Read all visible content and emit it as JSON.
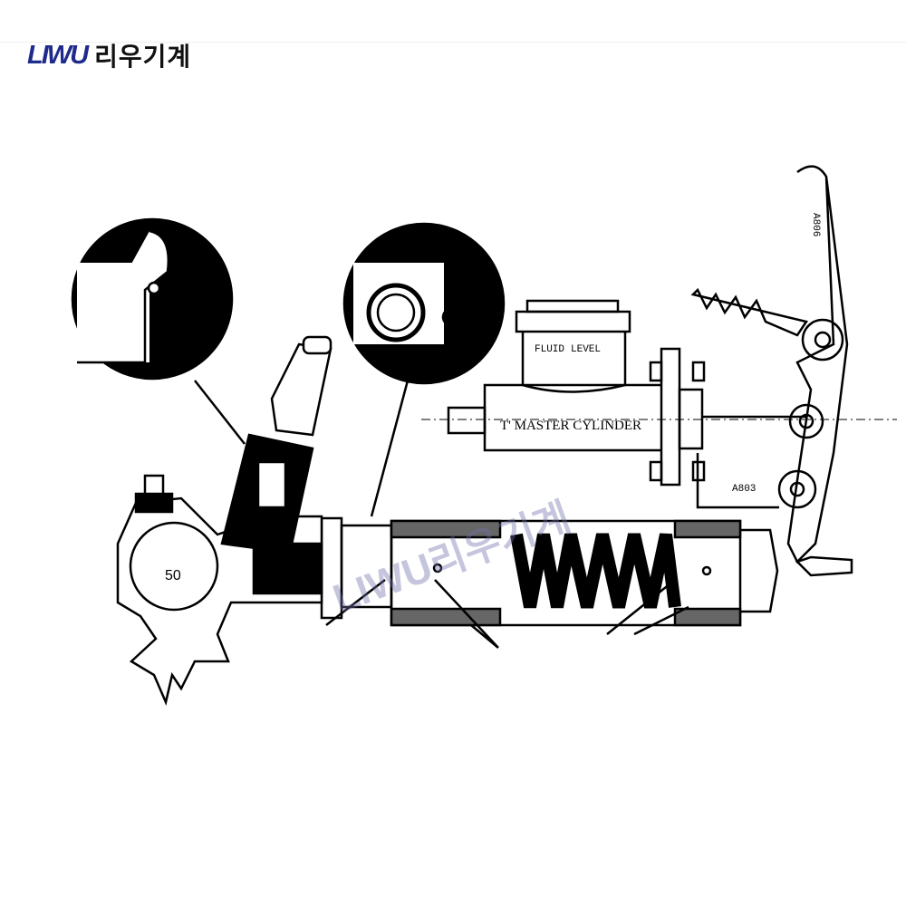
{
  "logo": {
    "brand_en": "LIWU",
    "brand_ko": "리우기계"
  },
  "diagram": {
    "labels": {
      "fluid": "FLUID",
      "level": "LEVEL",
      "master_cylinder": "T' MASTER CYLINDER",
      "part_a803": "A803",
      "part_a806": "A806",
      "part_50": "50"
    }
  },
  "watermark": "LIWU리우기계"
}
